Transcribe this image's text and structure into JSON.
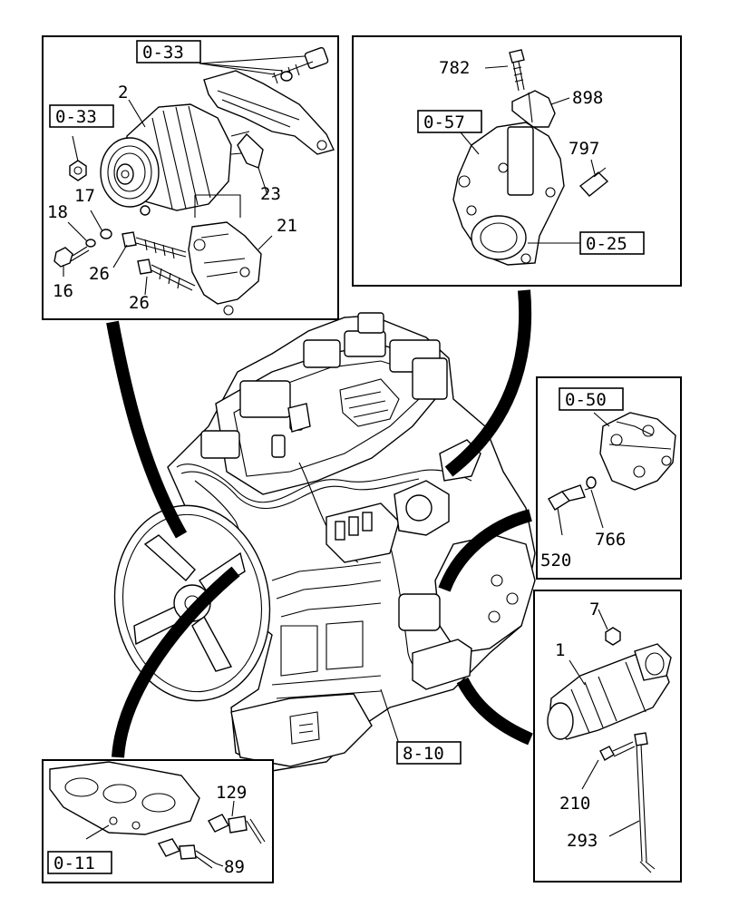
{
  "callouts": {
    "alternator": {
      "ref_top": "0-33",
      "ref_left": "0-33",
      "parts": [
        "2",
        "17",
        "18",
        "16",
        "26",
        "26",
        "21",
        "23"
      ]
    },
    "thermostat": {
      "ref_housing": "0-57",
      "ref_outlet": "0-25",
      "parts": [
        "782",
        "898",
        "797"
      ]
    },
    "oil_pump": {
      "ref": "0-50",
      "parts": [
        "520",
        "766"
      ]
    },
    "starter": {
      "parts": [
        "7",
        "1",
        "210",
        "293"
      ]
    },
    "manifold": {
      "ref": "0-11",
      "parts": [
        "129",
        "89"
      ]
    },
    "engine": {
      "ref": "8-10"
    }
  }
}
